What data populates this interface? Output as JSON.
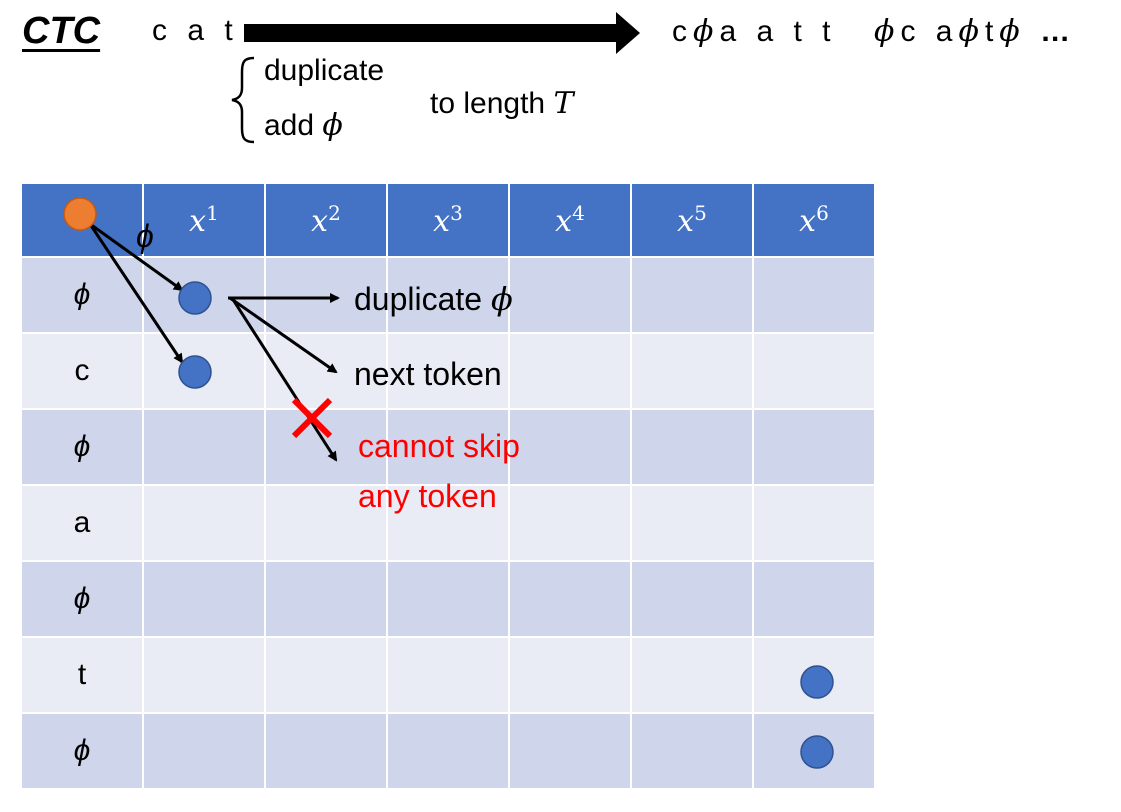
{
  "title": "CTC",
  "input_word": "c a t",
  "output_examples": [
    {
      "parts": [
        "c",
        "ϕ",
        "a a t t"
      ]
    },
    {
      "parts": [
        "ϕ",
        "c a",
        "ϕ",
        "t",
        "ϕ"
      ]
    }
  ],
  "ellipsis": "…",
  "rules": {
    "duplicate": "duplicate",
    "add": "add",
    "add_symbol": "ϕ",
    "to_length": "to length",
    "length_var": "T"
  },
  "grid": {
    "columns": [
      {
        "var": "x",
        "sup": "1"
      },
      {
        "var": "x",
        "sup": "2"
      },
      {
        "var": "x",
        "sup": "3"
      },
      {
        "var": "x",
        "sup": "4"
      },
      {
        "var": "x",
        "sup": "5"
      },
      {
        "var": "x",
        "sup": "6"
      }
    ],
    "rows": [
      "ϕ",
      "c",
      "ϕ",
      "a",
      "ϕ",
      "t",
      "ϕ"
    ]
  },
  "annotations": {
    "start_edge_label": "ϕ",
    "duplicate": "duplicate",
    "duplicate_symbol": "ϕ",
    "next_token": "next token",
    "cannot_skip_line1": "cannot skip",
    "cannot_skip_line2": "any token"
  },
  "colors": {
    "header_blue": "#4472c4",
    "row_dark": "#cfd5ea",
    "row_light": "#e9ebf5",
    "node_blue": "#4472c4",
    "start_orange": "#ed7d31",
    "cross_red": "#ff0000"
  }
}
